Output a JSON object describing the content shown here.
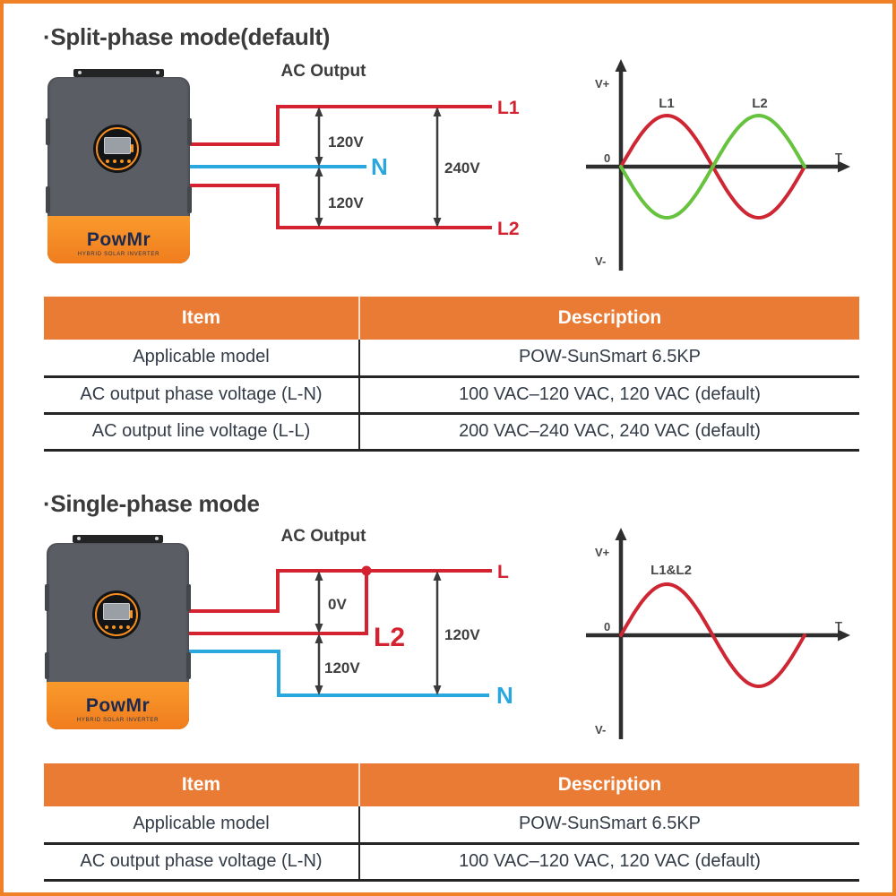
{
  "device": {
    "brand": "PowMr",
    "tagline": "HYBRID SOLAR INVERTER"
  },
  "colors": {
    "frame_orange": "#f08127",
    "table_header_bg": "#e97b35",
    "wire_red": "#d42230",
    "wire_blue": "#29a8e0",
    "wave_red": "#ce2633",
    "wave_green": "#67c23e",
    "text_dark": "#3b3b3b"
  },
  "split": {
    "heading": "·Split-phase mode(default)",
    "diagram": {
      "title": "AC Output",
      "l1": "L1",
      "n": "N",
      "l2": "L2",
      "v_top": "120V",
      "v_bottom": "120V",
      "v_total": "240V"
    },
    "wave": {
      "v_plus": "V+",
      "v_minus": "V-",
      "zero": "0",
      "t": "T",
      "series": [
        {
          "label": "L1",
          "color": "#ce2633",
          "phase_deg": 0
        },
        {
          "label": "L2",
          "color": "#67c23e",
          "phase_deg": 180
        }
      ]
    },
    "table": {
      "headers": [
        "Item",
        "Description"
      ],
      "rows": [
        [
          "Applicable model",
          "POW-SunSmart 6.5KP"
        ],
        [
          "AC output phase voltage (L-N)",
          "100 VAC–120 VAC, 120 VAC (default)"
        ],
        [
          "AC output line voltage (L-L)",
          "200 VAC–240 VAC, 240 VAC (default)"
        ]
      ]
    }
  },
  "single": {
    "heading": "·Single-phase mode",
    "diagram": {
      "title": "AC Output",
      "l": "L",
      "l2": "L2",
      "n": "N",
      "v_top": "0V",
      "v_bottom": "120V",
      "v_total": "120V"
    },
    "wave": {
      "v_plus": "V+",
      "v_minus": "V-",
      "zero": "0",
      "t": "T",
      "series": [
        {
          "label": "L1&L2",
          "color": "#ce2633",
          "phase_deg": 0
        }
      ]
    },
    "table": {
      "headers": [
        "Item",
        "Description"
      ],
      "rows": [
        [
          "Applicable model",
          "POW-SunSmart 6.5KP"
        ],
        [
          "AC output phase voltage (L-N)",
          "100 VAC–120 VAC, 120 VAC (default)"
        ]
      ]
    }
  }
}
